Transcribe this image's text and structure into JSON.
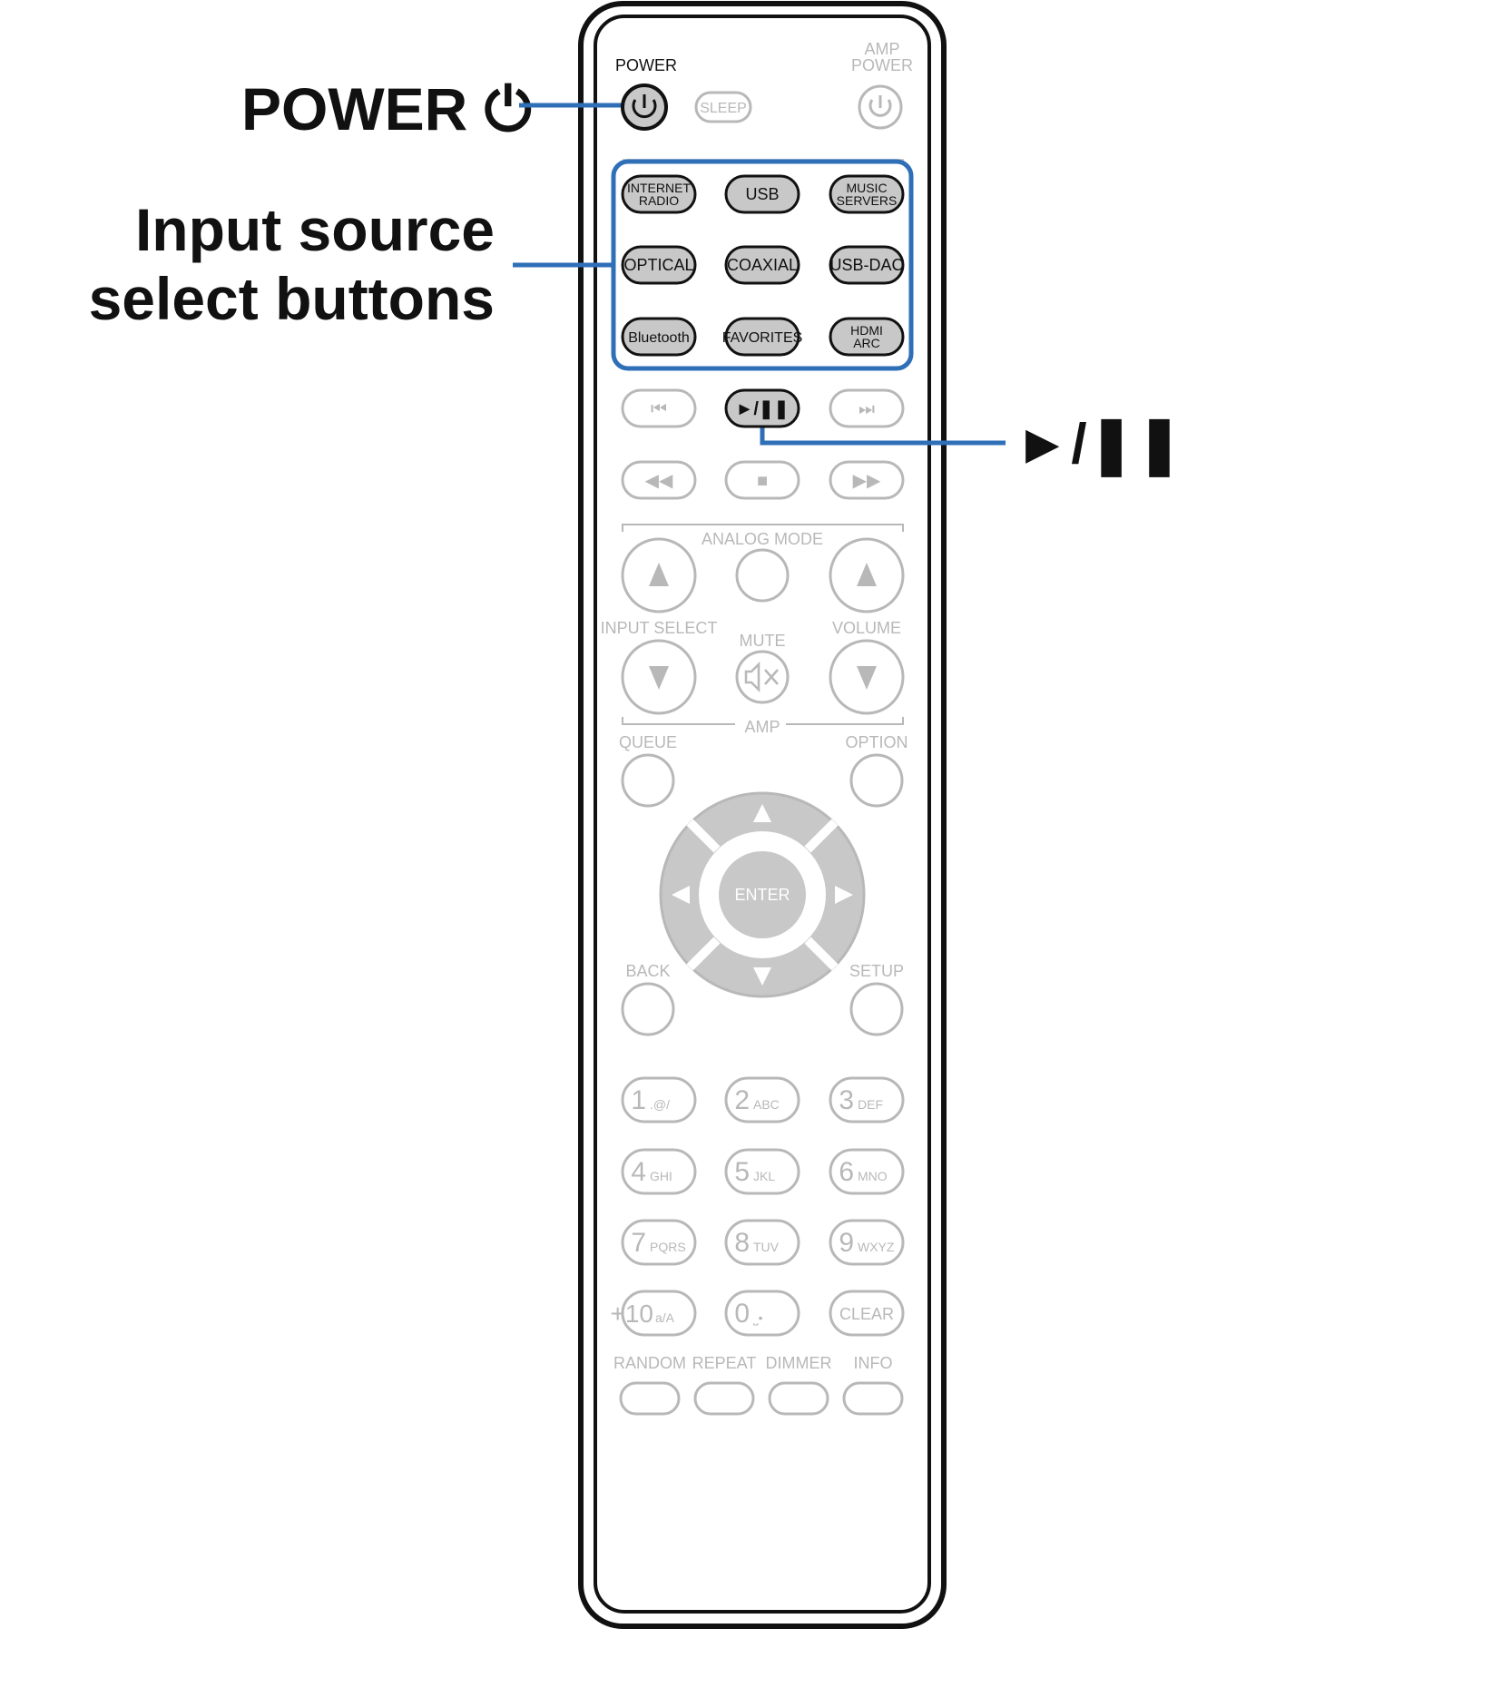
{
  "callouts": {
    "power": "POWER ⏻",
    "input_line1": "Input source",
    "input_line2": "select buttons",
    "play_pause": "►/❚❚"
  },
  "remote": {
    "power_label": "POWER",
    "sleep_label": "SLEEP",
    "amp_power_line1": "AMP",
    "amp_power_line2": "POWER",
    "sources": [
      [
        "INTERNET",
        "RADIO"
      ],
      [
        "USB"
      ],
      [
        "MUSIC",
        "SERVERS"
      ],
      [
        "OPTICAL"
      ],
      [
        "COAXIAL"
      ],
      [
        "USB-DAC"
      ],
      [
        "Bluetooth"
      ],
      [
        "FAVORITES"
      ],
      [
        "HDMI",
        "ARC"
      ]
    ],
    "transport": [
      "⏮",
      "►/❚❚",
      "⏭",
      "◀◀",
      "■",
      "▶▶"
    ],
    "analog_mode": "ANALOG MODE",
    "input_select": "INPUT SELECT",
    "mute": "MUTE",
    "volume": "VOLUME",
    "amp": "AMP",
    "queue": "QUEUE",
    "option": "OPTION",
    "enter": "ENTER",
    "back": "BACK",
    "setup": "SETUP",
    "numpad": [
      [
        "1",
        ".@/"
      ],
      [
        "2",
        "ABC"
      ],
      [
        "3",
        "DEF"
      ],
      [
        "4",
        "GHI"
      ],
      [
        "5",
        "JKL"
      ],
      [
        "6",
        "MNO"
      ],
      [
        "7",
        "PQRS"
      ],
      [
        "8",
        "TUV"
      ],
      [
        "9",
        "WXYZ"
      ],
      [
        "+10",
        "a/A"
      ],
      [
        "0",
        "⎵•"
      ],
      [
        "CLEAR",
        ""
      ]
    ],
    "bottom_buttons": [
      "RANDOM",
      "REPEAT",
      "DIMMER",
      "INFO"
    ]
  },
  "colors": {
    "highlight_blue": "#2f6fb7",
    "active_fill": "#c8c8c8",
    "dim_gray": "#b8b8b8",
    "outline_black": "#111111"
  }
}
